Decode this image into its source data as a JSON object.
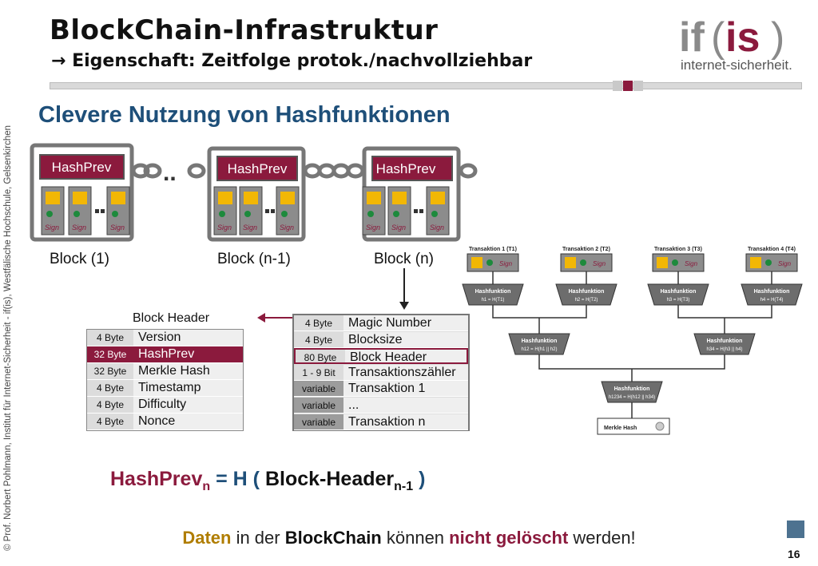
{
  "title": "BlockChain-Infrastruktur",
  "subtitle_arrow": "→",
  "subtitle": "Eigenschaft: Zeitfolge protok./nachvollziehbar",
  "section_heading": "Clevere Nutzung von Hashfunktionen",
  "logo": {
    "main": "if(is)",
    "sub": "internet-sicherheit."
  },
  "side_note": "© Prof.  Norbert Pohlmann, Institut für Internet-Sicherheit - if(is), Westfälische Hochschule, Gelsenkirchen",
  "blocks": [
    {
      "header": "HashPrev",
      "label": "Block (1)"
    },
    {
      "header": "HashPrev",
      "label": "Block (n-1)"
    },
    {
      "header": "HashPrev",
      "label": "Block (n)"
    }
  ],
  "chain_dots": "..",
  "sign_label": "Sign",
  "block_header": {
    "title": "Block Header",
    "rows": [
      {
        "size": "4 Byte",
        "field": "Version"
      },
      {
        "size": "32 Byte",
        "field": "HashPrev"
      },
      {
        "size": "32 Byte",
        "field": "Merkle Hash"
      },
      {
        "size": "4 Byte",
        "field": "Timestamp"
      },
      {
        "size": "4 Byte",
        "field": "Difficulty"
      },
      {
        "size": "4 Byte",
        "field": "Nonce"
      }
    ]
  },
  "block_structure": {
    "rows": [
      {
        "size": "4 Byte",
        "field": "Magic Number"
      },
      {
        "size": "4 Byte",
        "field": "Blocksize"
      },
      {
        "size": "80 Byte",
        "field": "Block Header"
      },
      {
        "size": "1 - 9 Bit",
        "field": "Transaktionszähler"
      },
      {
        "size": "variable",
        "field": "Transaktion 1"
      },
      {
        "size": "variable",
        "field": "..."
      },
      {
        "size": "variable",
        "field": "Transaktion n"
      }
    ]
  },
  "merkle_tree": {
    "transactions": [
      "Transaktion 1 (T1)",
      "Transaktion 2 (T2)",
      "Transaktion 3 (T3)",
      "Transaktion 4 (T4)"
    ],
    "hash_title": "Hashfunktion",
    "leaf_formulas": [
      "h1 = H(T1)",
      "h2 = H(T2)",
      "h3 = H(T3)",
      "h4 = H(T4)"
    ],
    "mid_formulas": [
      "h12 = H(h1 || h2)",
      "h34 = H(h3 || h4)"
    ],
    "root_formula": "h1234 = H(h12 || h34)",
    "result": "Merkle Hash"
  },
  "formula": {
    "lhs": "HashPrev",
    "lhs_sub": "n",
    "eq": "=",
    "fn": "H",
    "open": "(",
    "arg": "Block-Header",
    "arg_sub": "n-1",
    "close": ")"
  },
  "footer": {
    "w1": "Daten",
    "w2": " in der ",
    "w3": "BlockChain",
    "w4": " können ",
    "w5": "nicht gelöscht",
    "w6": " werden!"
  },
  "page_number": "16",
  "colors": {
    "maroon": "#8b1a3d",
    "blue": "#1e4f79",
    "gold": "#b07d00",
    "grey": "#888888"
  }
}
